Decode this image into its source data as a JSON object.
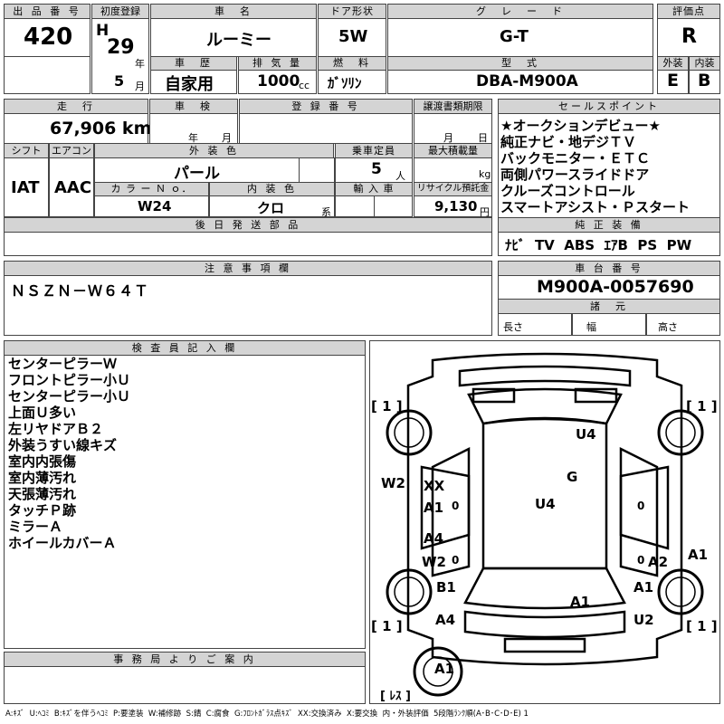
{
  "labels": {
    "lot_no": "出 品 番 号",
    "first_reg": "初度登録",
    "car_name": "車　名",
    "door_type": "ドア形状",
    "grade": "グ　レ　ー　ド",
    "score": "評価点",
    "history": "車　歴",
    "displacement": "排 気 量",
    "fuel": "燃　料",
    "model_code": "型　式",
    "exterior": "外装",
    "interior": "内装",
    "mileage": "走　行",
    "inspection": "車　検",
    "reg_no": "登 録 番 号",
    "transfer_deadline": "譲渡書類期限",
    "sales_points": "セールスポイント",
    "shift": "シフト",
    "aircon": "エアコン",
    "ext_color": "外 装 色",
    "capacity": "乗車定員",
    "max_load": "最大積載量",
    "color_no": "カ ラ ー Ｎ ｏ．",
    "int_color": "内 装 色",
    "import": "輸 入 車",
    "recycle": "リサイクル預託金",
    "later_parts": "後 日 発 送 部 品",
    "genuine_equipment": "純 正 装 備",
    "caution": "注 意 事 項 欄",
    "chassis_no": "車 台 番 号",
    "specs": "諸　元",
    "inspector": "検 査 員 記 入 欄",
    "office": "事 務 局 よ り ご 案 内"
  },
  "header": {
    "lot_no": "420",
    "era": "H",
    "year": "29",
    "year_unit": "年",
    "month": "5",
    "month_unit": "月",
    "car_name": "ルーミー",
    "door_type": "5W",
    "grade": "G-T",
    "score": "R",
    "history": "自家用",
    "displacement": "1000",
    "displacement_unit": "cc",
    "fuel": "ｶﾞｿﾘﾝ",
    "model_code": "DBA-M900A",
    "exterior_score": "E",
    "interior_score": "B"
  },
  "details": {
    "mileage": "67,906 km",
    "insp_year_unit": "年",
    "insp_month_unit": "月",
    "transfer_month_unit": "月",
    "transfer_day_unit": "日",
    "shift": "IAT",
    "aircon": "AAC",
    "ext_color": "パール",
    "capacity": "5",
    "capacity_unit": "人",
    "load_unit": "kg",
    "color_no": "W24",
    "int_color": "クロ",
    "int_color_unit": "系",
    "recycle": "9,130",
    "recycle_unit": "円"
  },
  "sales_points": [
    "★オークションデビュー★",
    "純正ナビ・地デジＴＶ",
    "バックモニター・ＥＴＣ",
    "両側パワースライドドア",
    "クルーズコントロール",
    "スマートアシスト・Ｐスタート"
  ],
  "genuine_equipment": "ﾅﾋﾞ  TV  ABS  ｴｱB  PS  PW",
  "caution": "ＮＳＺＮ－Ｗ６４Ｔ",
  "chassis_no": "M900A-0057690",
  "specs": {
    "length": "長さ",
    "width": "幅",
    "height": "高さ"
  },
  "inspector_notes": [
    "センターピラーＷ",
    "フロントピラー小Ｕ",
    "センターピラー小Ｕ",
    "上面Ｕ多い",
    "左リヤドアＢ２",
    "外装うすい線キズ",
    "室内内張傷",
    "室内薄汚れ",
    "天張薄汚れ",
    "タッチＰ跡",
    "ミラーＡ",
    "ホイールカバーＡ"
  ],
  "diagram": {
    "marks": {
      "tl": "[ 1 ]",
      "tr": "[ 1 ]",
      "bl": "[ 1 ]",
      "br": "[ 1 ]",
      "roof_u4": "U4",
      "g": "G",
      "u4_mid": "U4",
      "xx": "XX",
      "a1_left": "A1",
      "zero_left": "0",
      "zero_right": "0",
      "w2_side": "W2",
      "a4_left": "A4",
      "w2_left": "W2",
      "a2": "A2",
      "a1_right": "A1",
      "b1": "B1",
      "a1_mid": "A1",
      "a1_rear_right": "A1",
      "a4_rear": "A4",
      "u2": "U2",
      "a1_bottom": "A1",
      "less": "[ ﾚｽ ]"
    }
  },
  "legend": "A:ｷｽﾞ  U:ﾍｺﾐ  B:ｷｽﾞを伴うﾍｺﾐ  P:要塗装  W:補修跡  S:錆  C:腐食  G:ﾌﾛﾝﾄｶﾞﾗｽ点ｷｽﾞ  XX:交換済み  X:要交換  内・外装評価  5段階ﾗﾝｸ順(A･B･C･D･E) 1"
}
